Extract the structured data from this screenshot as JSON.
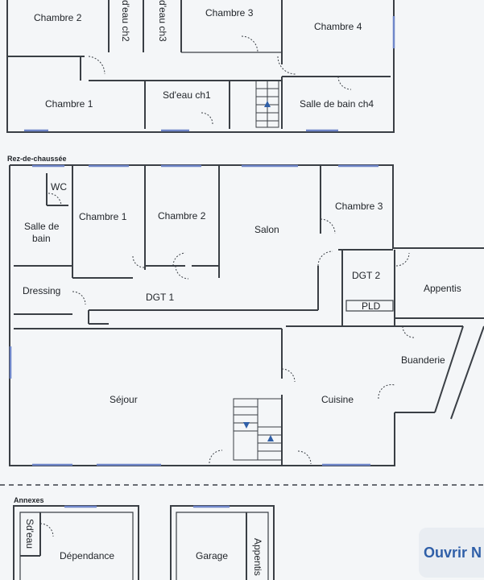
{
  "sections": {
    "ground_floor": "Rez-de-chaussée",
    "annexes": "Annexes"
  },
  "upper_floor_rooms": {
    "chambre2": "Chambre 2",
    "sdeau_ch2": "d'eau ch2",
    "sdeau_ch3_top": "d'eau ch3",
    "chambre3": "Chambre 3",
    "chambre4": "Chambre 4",
    "chambre1": "Chambre 1",
    "sdeau_ch1": "Sd'eau ch1",
    "sdb_ch4": "Salle de bain ch4"
  },
  "ground_floor_rooms": {
    "wc": "WC",
    "salle_de_bain_l1": "Salle de",
    "salle_de_bain_l2": "bain",
    "chambre1": "Chambre 1",
    "chambre2": "Chambre 2",
    "salon": "Salon",
    "chambre3": "Chambre 3",
    "dressing": "Dressing",
    "dgt1": "DGT 1",
    "dgt2": "DGT 2",
    "appentis": "Appentis",
    "pld": "PLD",
    "buanderie": "Buanderie",
    "sejour": "Séjour",
    "cuisine": "Cuisine"
  },
  "annex_rooms": {
    "sdeau": "Sd'eau",
    "dependance": "Dépendance",
    "garage": "Garage",
    "appentis": "Appentis"
  },
  "actions": {
    "open_label": "Ouvrir N"
  }
}
